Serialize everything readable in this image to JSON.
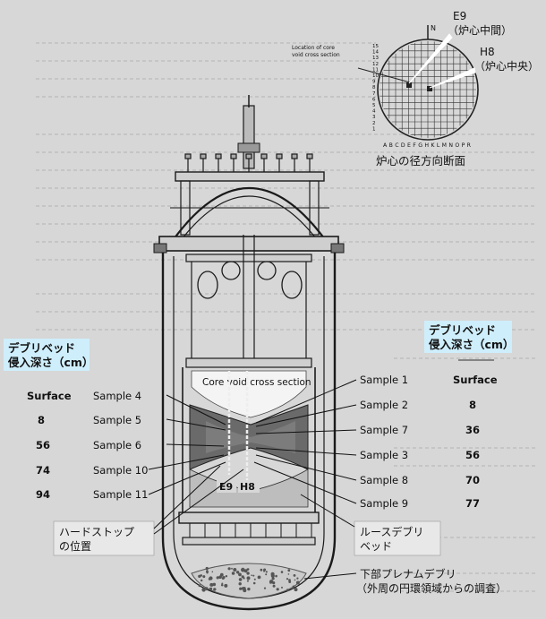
{
  "inset": {
    "location_label_line1": "Location of core",
    "location_label_line2": "void cross section",
    "e9_label": "E9",
    "e9_sub": "（炉心中間）",
    "h8_label": "H8",
    "h8_sub": "（炉心中央）",
    "caption": "炉心の径方向断面",
    "columns": "A B C D E F G H K L M N O P R",
    "rows": [
      "15",
      "14",
      "13",
      "12",
      "11",
      "10",
      "9",
      "8",
      "7",
      "6",
      "5",
      "4",
      "3",
      "2",
      "1"
    ],
    "north_label": "N"
  },
  "left_header": {
    "line1": "デブリベッド",
    "line2": "侵入深さ（cm）",
    "surface": "Surface",
    "depths": [
      "8",
      "56",
      "74",
      "94"
    ]
  },
  "right_header": {
    "line1": "デブリベッド",
    "line2": "侵入深さ（cm）",
    "surface": "Surface",
    "depths": [
      "8",
      "36",
      "56",
      "70",
      "77"
    ]
  },
  "samples_left": [
    "Sample 4",
    "Sample 5",
    "Sample 6",
    "Sample 10",
    "Sample 11"
  ],
  "samples_right": [
    "Sample 1",
    "Sample 2",
    "Sample 7",
    "Sample 3",
    "Sample 8",
    "Sample 9"
  ],
  "void_label": "Core void cross section",
  "e9_bottom": "E9",
  "h8_bottom": "H8",
  "hard_stop_line1": "ハードストップ",
  "hard_stop_line2": "の位置",
  "loose_debris_line1": "ルースデブリ",
  "loose_debris_line2": "ベッド",
  "lower_plenum_line1": "下部プレナムデブリ",
  "lower_plenum_line2": "（外周の円環領域からの調査）",
  "colors": {
    "callout_bg": "#cfeefb",
    "background": "#d7d7d7",
    "debris": "#6a6a6a"
  }
}
